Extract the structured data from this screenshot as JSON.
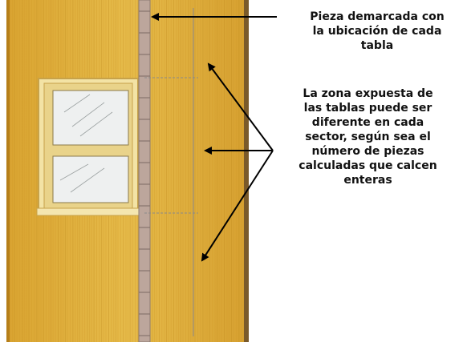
{
  "callouts": {
    "marked_board": [
      "Pieza demarcada con",
      "la ubicación de cada",
      "tabla"
    ],
    "exposure_note": [
      "La zona expuesta de",
      "las tablas puede ser",
      "diferente en cada",
      "sector, según sea el",
      "número de piezas",
      "calculadas que calcen",
      "enteras"
    ]
  },
  "colors": {
    "siding": "#e2b640",
    "siding_dark": "#c98f1c",
    "story_pole": "#b9a39a",
    "window_frame": "#f1df9c",
    "glass": "#e8ecec",
    "arrow": "#000000"
  },
  "icons": [
    "arrow-icon"
  ]
}
